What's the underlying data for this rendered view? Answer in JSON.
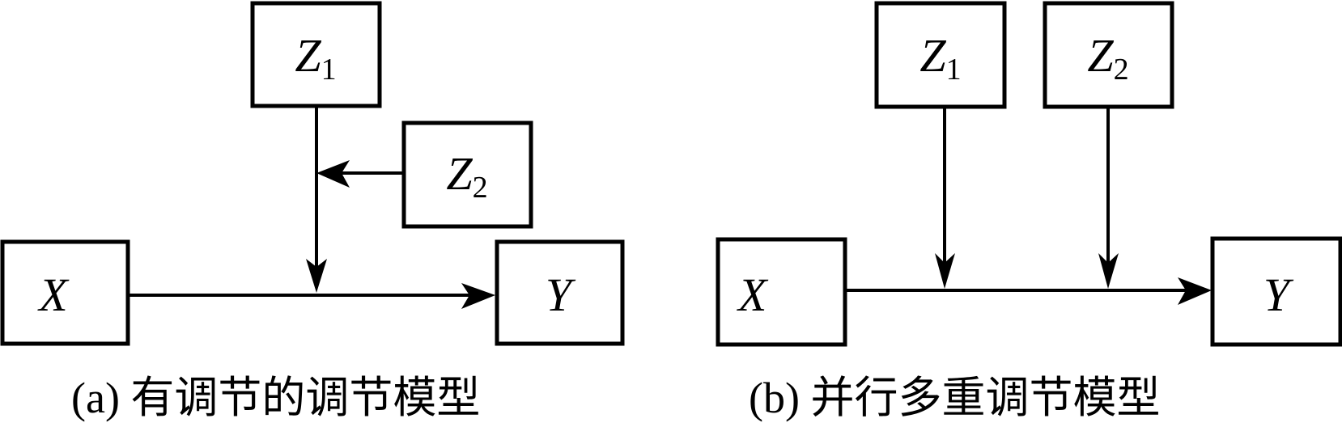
{
  "diagrams": [
    {
      "caption": "(a) 有调节的调节模型",
      "nodes": {
        "x": {
          "label": "X",
          "sub": ""
        },
        "y": {
          "label": "Y",
          "sub": ""
        },
        "z1": {
          "label": "Z",
          "sub": "1"
        },
        "z2": {
          "label": "Z",
          "sub": "2"
        }
      },
      "edges": [
        {
          "from": "X",
          "to": "Y"
        },
        {
          "from": "Z1",
          "to": "X→Y path"
        },
        {
          "from": "Z2",
          "to": "Z1 path"
        }
      ]
    },
    {
      "caption": "(b) 并行多重调节模型",
      "nodes": {
        "x": {
          "label": "X",
          "sub": ""
        },
        "y": {
          "label": "Y",
          "sub": ""
        },
        "z1": {
          "label": "Z",
          "sub": "1"
        },
        "z2": {
          "label": "Z",
          "sub": "2"
        }
      },
      "edges": [
        {
          "from": "X",
          "to": "Y"
        },
        {
          "from": "Z1",
          "to": "X→Y path"
        },
        {
          "from": "Z2",
          "to": "X→Y path"
        }
      ]
    }
  ]
}
